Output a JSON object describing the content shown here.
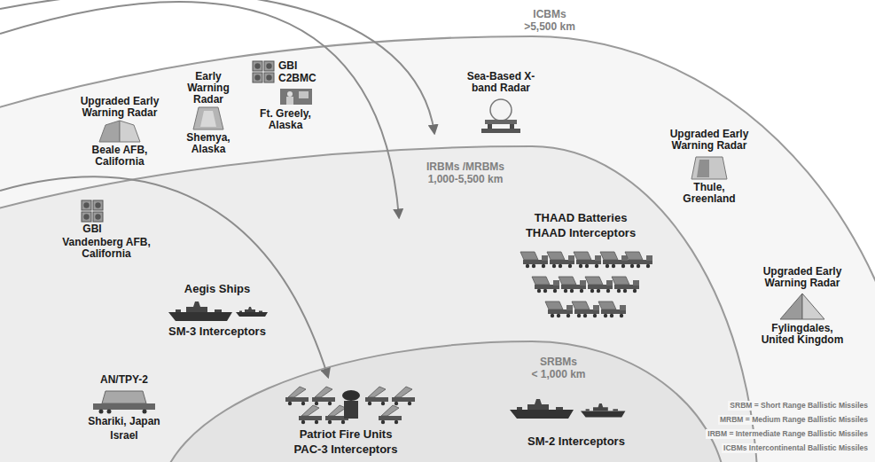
{
  "diagram": {
    "nodes": [
      {
        "text": [
          "ICBMs",
          ">5,500 km"
        ]
      },
      {
        "text": [
          "IRBMs /MRBMs",
          "1,000-5,500 km"
        ],
        "in": 0
      },
      {
        "text": [
          "SRBMs",
          "< 1,000 km"
        ],
        "in": 1
      }
    ],
    "labels": [
      "GBI",
      "C2BMC",
      "Ft. Greely, Alaska",
      "Early Warning Radar",
      "Shemya, Alaska",
      "Sea-Based X-band Radar",
      "Upgraded Early Warning Radar",
      "Thule, Greenland",
      "Upgraded Early Warning Radar",
      "Beale AFB, California",
      "GBI",
      "Vandenberg AFB, California",
      "Aegis Ships",
      "SM-3 Interceptors",
      "THAAD Batteries",
      "THAAD Interceptors",
      "Upgraded Early Warning Radar",
      "Fylingdales, United Kingdom",
      "AN/TPY-2",
      "Shariki, Japan",
      "Israel",
      "Patriot Fire Units",
      "PAC-3 Interceptors",
      "SM-2 Interceptors",
      "SRBM = Short Range Ballistic Missiles",
      "MRBM = Medium Range Ballistic Missiles",
      "IRBM = Intermediate Range Ballistic Missiles",
      "ICBMs Intercontinental Ballistic Missiles"
    ]
  }
}
